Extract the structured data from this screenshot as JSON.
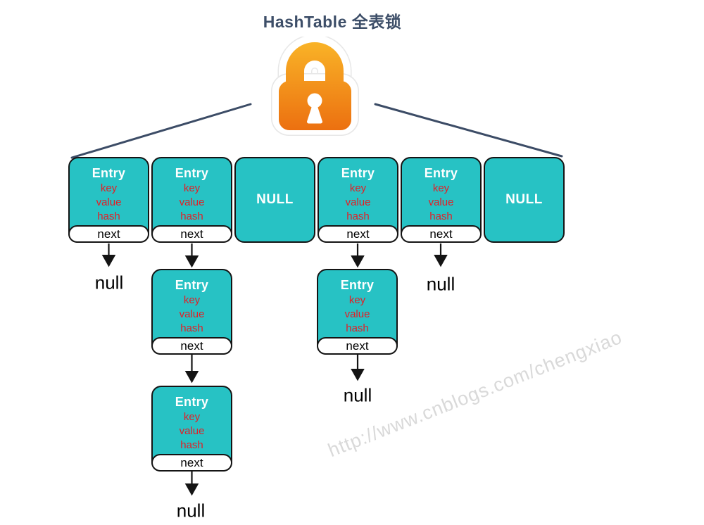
{
  "title": "HashTable 全表锁",
  "watermark": "http://www.cnblogs.com/chengxiao",
  "labels": {
    "entry_title": "Entry",
    "entry_fields": [
      "key",
      "value",
      "hash"
    ],
    "next": "next",
    "null_cell": "NULL",
    "null_ref": "null"
  },
  "buckets": [
    {
      "slot": 0,
      "type": "entry",
      "chain_length": 1,
      "ends_in": "null"
    },
    {
      "slot": 1,
      "type": "entry",
      "chain_length": 3,
      "ends_in": "null"
    },
    {
      "slot": 2,
      "type": "null"
    },
    {
      "slot": 3,
      "type": "entry",
      "chain_length": 2,
      "ends_in": "null"
    },
    {
      "slot": 4,
      "type": "entry",
      "chain_length": 1,
      "ends_in": "null"
    },
    {
      "slot": 5,
      "type": "null"
    }
  ],
  "icons": {
    "lock": "orange-padlock"
  },
  "colors": {
    "cell_teal": "#27c2c4",
    "field_red": "#e31e26",
    "title_navy": "#3d4e68",
    "connector_navy": "#3c4c66",
    "arrow_black": "#141414",
    "lock_orange_top": "#f9b327",
    "lock_orange_bottom": "#ec7010",
    "watermark_gray": "#d9d9d9"
  }
}
